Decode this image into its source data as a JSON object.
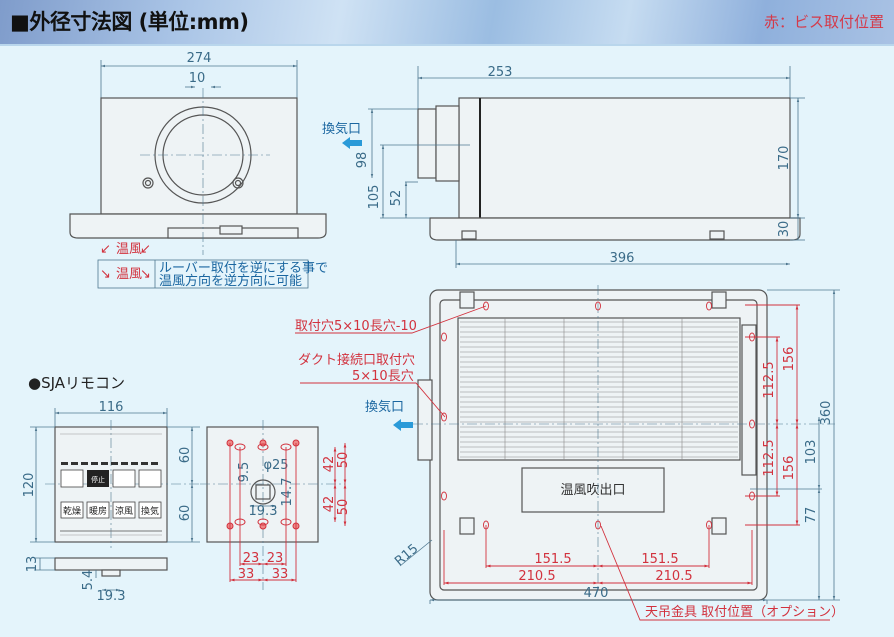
{
  "header": {
    "title": "■外径寸法図 (単位:mm)",
    "legend": "赤：ビス取付位置"
  },
  "front_view": {
    "width": "274",
    "offset": "10",
    "warm_air_label": "温風",
    "note": [
      "ルーバー取付を逆にする事で",
      "温風方向を逆方向に可能"
    ]
  },
  "side_view": {
    "depth": "253",
    "height": "170",
    "base_height": "30",
    "duct_height": "98",
    "duct_center_height": "105",
    "duct_bottom": "52",
    "length": "396",
    "vent_label": "換気口"
  },
  "bottom_view": {
    "mount_hole_label": "取付穴5×10長穴-10",
    "duct_hole_label": [
      "ダクト接続口取付穴",
      "5×10長穴"
    ],
    "vent_label": "換気口",
    "outlet_label": "温風吹出口",
    "radius": "R15",
    "inner_half": "151.5",
    "outer_half": "210.5",
    "total_width": "470",
    "total_depth": "360",
    "upper_half": "156",
    "lower_half": "156",
    "upper_inner": "112.5",
    "lower_inner": "112.5",
    "right_upper": "103",
    "right_lower": "77",
    "hanger_label": "天吊金具 取付位置（オプション）"
  },
  "remote": {
    "title": "●SJAリモコン",
    "width": "116",
    "height": "120",
    "thickness": "13",
    "tab_height": "5.4",
    "tab_width": "19.3",
    "half_upper": "60",
    "half_lower": "60",
    "buttons": [
      "乾燥",
      "暖房",
      "涼風",
      "換気"
    ],
    "stop_button": "停止"
  },
  "mount_plate": {
    "hole_dia": "φ25",
    "offset_v": "9.5",
    "box_h": "14.7",
    "box_w": "19.3",
    "inner_v_upper": "42",
    "inner_v_lower": "42",
    "outer_v_upper": "50",
    "outer_v_lower": "50",
    "inner_h_left": "23",
    "inner_h_right": "23",
    "outer_h_left": "33",
    "outer_h_right": "33"
  },
  "colors": {
    "dimension": "#4f7890",
    "screw": "#d2323e",
    "vent": "#1a66a0",
    "outline": "#555555"
  }
}
